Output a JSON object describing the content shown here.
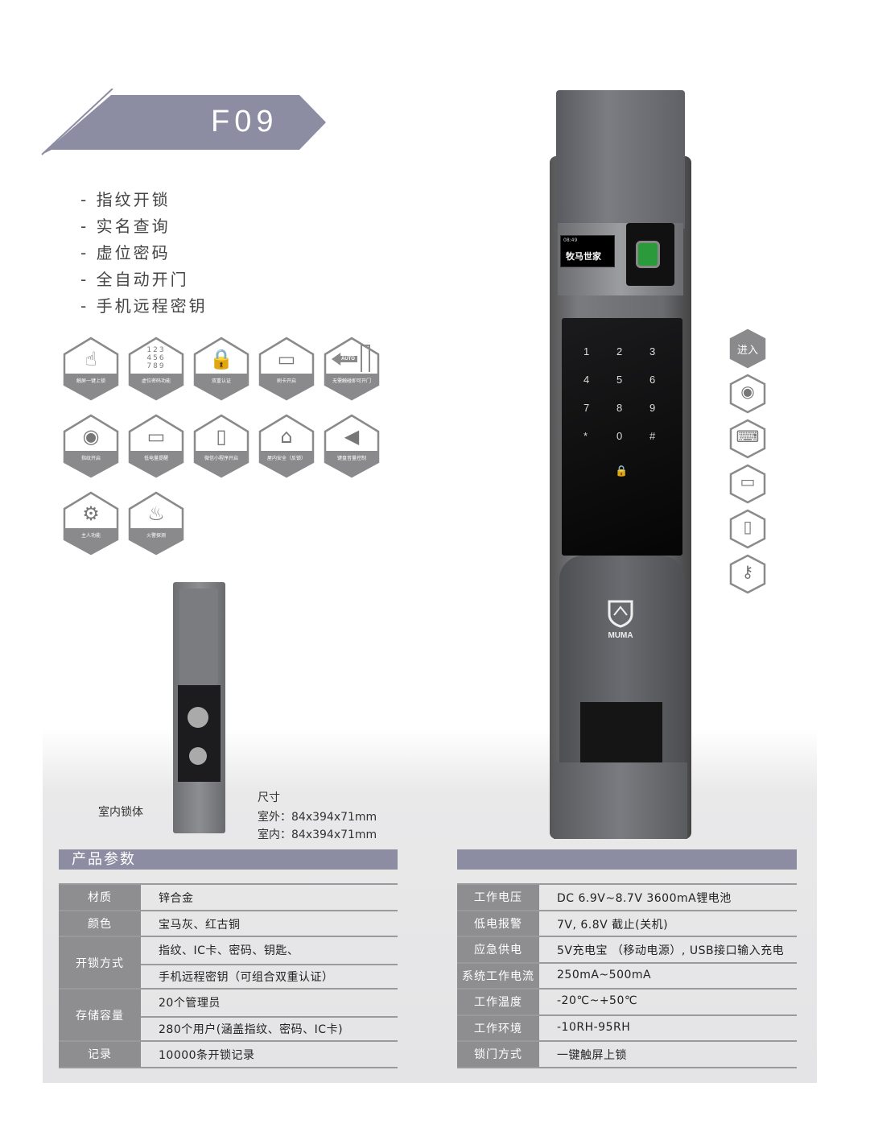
{
  "title": "F09",
  "features": [
    "- 指纹开锁",
    "- 实名查询",
    "- 虚位密码",
    "- 全自动开门",
    "- 手机远程密钥"
  ],
  "feature_icons": [
    {
      "icon": "touch-hand-icon",
      "label": "触屏一键上锁"
    },
    {
      "icon": "keypad-icon",
      "label": "虚位密码功能"
    },
    {
      "icon": "padlock-icon",
      "label": "双重认证"
    },
    {
      "icon": "card-icon",
      "label": "刷卡开启"
    },
    {
      "icon": "auto-door-icon",
      "label": "无需触碰即可开门",
      "auto": "AUTO"
    },
    {
      "icon": "fingerprint-icon",
      "label": "指纹开启"
    },
    {
      "icon": "low-battery-icon",
      "label": "低电量提醒"
    },
    {
      "icon": "phone-icon",
      "label": "微信小程序开启"
    },
    {
      "icon": "house-lock-icon",
      "label": "屋内安全（反锁）"
    },
    {
      "icon": "volume-icon",
      "label": "键盘音量控制"
    },
    {
      "icon": "gears-icon",
      "label": "主人功能"
    },
    {
      "icon": "fire-icon",
      "label": "火警探测"
    }
  ],
  "side_icons": {
    "enter_label": "进入",
    "icons": [
      "fingerprint-icon",
      "keypad-touch-icon",
      "card-icon",
      "phone-icon",
      "key-icon"
    ]
  },
  "lock": {
    "screen_time": "08:49",
    "screen_brand": "牧马世家",
    "keys": [
      "1",
      "2",
      "3",
      "4",
      "5",
      "6",
      "7",
      "8",
      "9",
      "*",
      "0",
      "#"
    ],
    "brand": "MUMA"
  },
  "indoor": {
    "label": "室内锁体"
  },
  "size": {
    "title": "尺寸",
    "outdoor": "室外：84x394x71mm",
    "indoor": "室内：84x394x71mm"
  },
  "params_left": {
    "header": "产品参数",
    "rows": [
      {
        "label": "材质",
        "values": [
          "锌合金"
        ]
      },
      {
        "label": "颜色",
        "values": [
          "宝马灰、红古铜"
        ]
      },
      {
        "label": "开锁方式",
        "values": [
          "指纹、IC卡、密码、钥匙、",
          "手机远程密钥（可组合双重认证）"
        ]
      },
      {
        "label": "存储容量",
        "values": [
          "20个管理员",
          "280个用户(涵盖指纹、密码、IC卡)"
        ]
      },
      {
        "label": "记录",
        "values": [
          "10000条开锁记录"
        ]
      }
    ]
  },
  "params_right": {
    "header": "",
    "rows": [
      {
        "label": "工作电压",
        "values": [
          "DC  6.9V~8.7V  3600mA锂电池"
        ]
      },
      {
        "label": "低电报警",
        "values": [
          "7V, 6.8V  截止(关机)"
        ]
      },
      {
        "label": "应急供电",
        "values": [
          "5V充电宝 （移动电源）, USB接口输入充电"
        ]
      },
      {
        "label": "系统工作电流",
        "values": [
          "250mA~500mA"
        ]
      },
      {
        "label": "工作温度",
        "values": [
          "-20℃~+50℃"
        ]
      },
      {
        "label": "工作环境",
        "values": [
          "-10RH-95RH"
        ]
      },
      {
        "label": "锁门方式",
        "values": [
          "一键触屏上锁"
        ]
      }
    ]
  },
  "colors": {
    "accent": "#8c8ca2",
    "label_cell": "#8e8e90",
    "icon_gray": "#8a8a8c"
  }
}
